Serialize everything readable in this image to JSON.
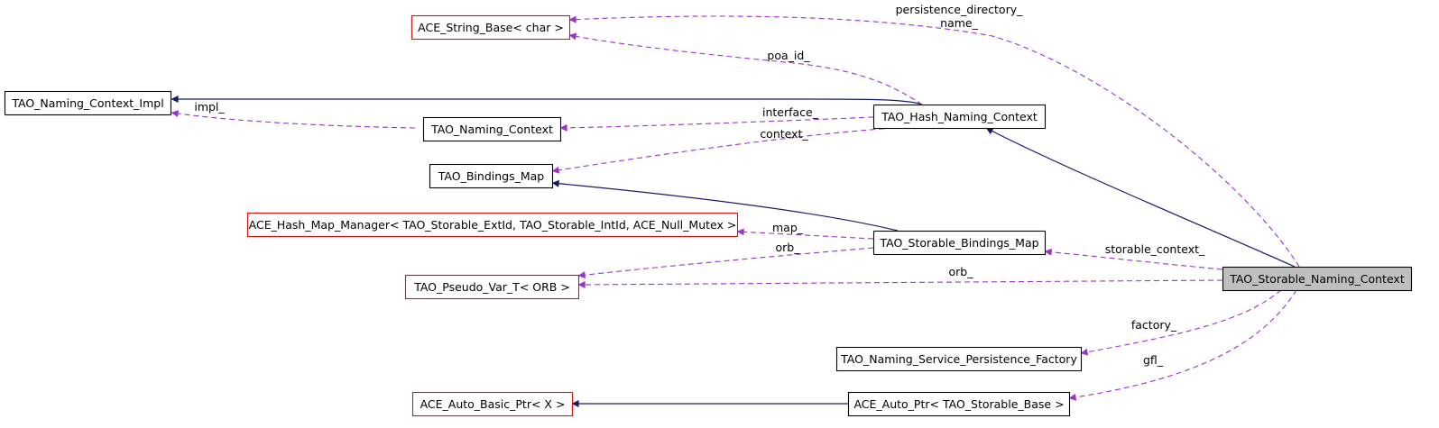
{
  "colors": {
    "inherit": "#191970",
    "use": "#9a32cd",
    "box_normal": "#000000",
    "box_template": "#ff0000",
    "box_focus_fill": "#bfbfbf",
    "background": "#ffffff"
  },
  "nodes": [
    {
      "id": "ace_string_base",
      "label": "ACE_String_Base< char >",
      "style": "template"
    },
    {
      "id": "tao_naming_context_impl",
      "label": "TAO_Naming_Context_Impl",
      "style": "normal"
    },
    {
      "id": "tao_naming_context",
      "label": "TAO_Naming_Context",
      "style": "normal"
    },
    {
      "id": "tao_hash_naming_context",
      "label": "TAO_Hash_Naming_Context",
      "style": "normal"
    },
    {
      "id": "tao_bindings_map",
      "label": "TAO_Bindings_Map",
      "style": "normal"
    },
    {
      "id": "ace_hash_map_manager",
      "label": "ACE_Hash_Map_Manager< TAO_Storable_ExtId, TAO_Storable_IntId, ACE_Null_Mutex >",
      "style": "template"
    },
    {
      "id": "tao_storable_bindings_map",
      "label": "TAO_Storable_Bindings_Map",
      "style": "normal"
    },
    {
      "id": "tao_pseudo_var_t",
      "label": "TAO_Pseudo_Var_T< ORB >",
      "style": "template"
    },
    {
      "id": "tao_storable_naming_context",
      "label": "TAO_Storable_Naming_Context",
      "style": "focus"
    },
    {
      "id": "tao_naming_service_persistence_factory",
      "label": "TAO_Naming_Service_Persistence_Factory",
      "style": "normal"
    },
    {
      "id": "ace_auto_basic_ptr",
      "label": "ACE_Auto_Basic_Ptr< X >",
      "style": "template"
    },
    {
      "id": "ace_auto_ptr",
      "label": "ACE_Auto_Ptr< TAO_Storable_Base >",
      "style": "normal"
    }
  ],
  "edges": [
    {
      "id": "e1",
      "from": "tao_hash_naming_context",
      "to": "tao_naming_context_impl",
      "kind": "inherit",
      "label": ""
    },
    {
      "id": "e2",
      "from": "tao_storable_naming_context",
      "to": "tao_hash_naming_context",
      "kind": "inherit",
      "label": ""
    },
    {
      "id": "e3",
      "from": "tao_storable_bindings_map",
      "to": "tao_bindings_map",
      "kind": "inherit",
      "label": ""
    },
    {
      "id": "e4",
      "from": "ace_auto_ptr",
      "to": "ace_auto_basic_ptr",
      "kind": "inherit",
      "label": ""
    },
    {
      "id": "e5",
      "from": "tao_storable_naming_context",
      "to": "ace_string_base",
      "kind": "use",
      "label": "persistence_directory_\nname_"
    },
    {
      "id": "e6",
      "from": "tao_hash_naming_context",
      "to": "ace_string_base",
      "kind": "use",
      "label": "poa_id_"
    },
    {
      "id": "e7",
      "from": "tao_naming_context",
      "to": "tao_naming_context_impl",
      "kind": "use",
      "label": "impl_"
    },
    {
      "id": "e8",
      "from": "tao_hash_naming_context",
      "to": "tao_naming_context",
      "kind": "use",
      "label": "interface_"
    },
    {
      "id": "e9",
      "from": "tao_hash_naming_context",
      "to": "tao_bindings_map",
      "kind": "use",
      "label": "context_"
    },
    {
      "id": "e10",
      "from": "tao_storable_bindings_map",
      "to": "ace_hash_map_manager",
      "kind": "use",
      "label": "map_"
    },
    {
      "id": "e11",
      "from": "tao_storable_bindings_map",
      "to": "tao_pseudo_var_t",
      "kind": "use",
      "label": "orb_"
    },
    {
      "id": "e12",
      "from": "tao_storable_naming_context",
      "to": "tao_pseudo_var_t",
      "kind": "use",
      "label": "orb_"
    },
    {
      "id": "e13",
      "from": "tao_storable_naming_context",
      "to": "tao_storable_bindings_map",
      "kind": "use",
      "label": "storable_context_"
    },
    {
      "id": "e14",
      "from": "tao_storable_naming_context",
      "to": "tao_naming_service_persistence_factory",
      "kind": "use",
      "label": "factory_"
    },
    {
      "id": "e15",
      "from": "tao_storable_naming_context",
      "to": "ace_auto_ptr",
      "kind": "use",
      "label": "gfl_"
    }
  ]
}
